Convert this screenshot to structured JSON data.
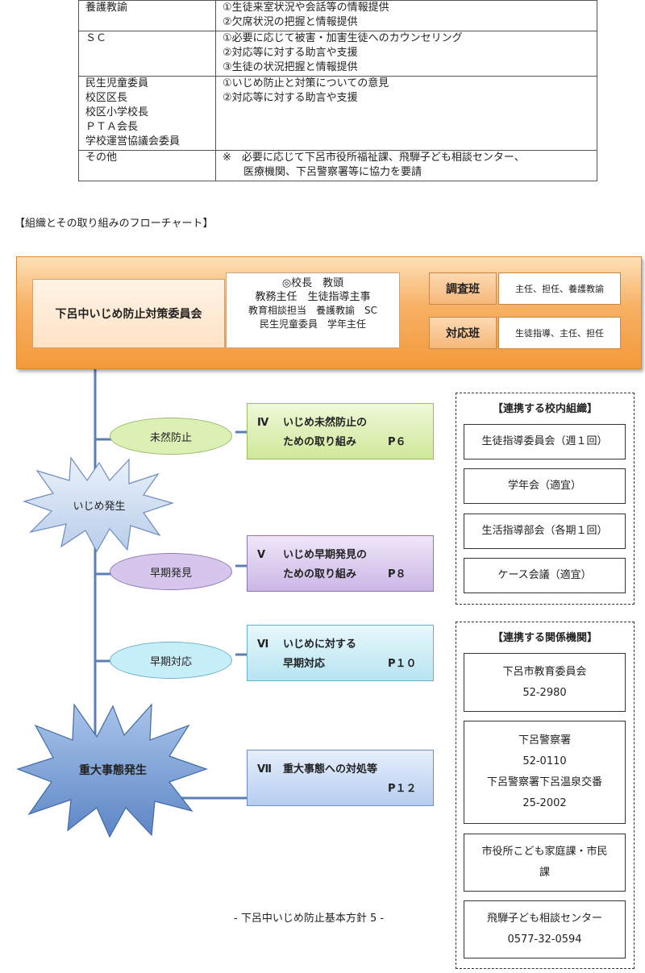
{
  "roles_table": [
    {
      "role": [
        "養護教諭"
      ],
      "duties": [
        "①生徒来室状況や会話等の情報提供",
        "②欠席状況の把握と情報提供"
      ]
    },
    {
      "role": [
        "ＳＣ"
      ],
      "duties": [
        "①必要に応じて被害・加害生徒へのカウンセリング",
        "②対応等に対する助言や支援",
        "③生徒の状況把握と情報提供"
      ]
    },
    {
      "role": [
        "民生児童委員",
        "校区区長",
        "校区小学校長",
        "ＰＴＡ会長",
        "学校運営協議会委員"
      ],
      "duties": [
        "①いじめ防止と対策についての意見",
        "②対応等に対する助言や支援"
      ]
    },
    {
      "role": [
        "その他"
      ],
      "duties": [
        "※　必要に応じて下呂市役所福祉課、飛騨子ども相談センター、",
        "　　医療機関、下呂警察署等に協力を要請"
      ]
    }
  ],
  "section_title": "【組織とその取り組みのフローチャート】",
  "committee": {
    "name": "下呂中いじめ防止対策委員会",
    "members": [
      "◎校長　教頭",
      "教務主任　生徒指導主事",
      "教育相談担当　養護教諭　SC",
      "民生児童委員　学年主任"
    ],
    "teams": [
      {
        "name": "調査班",
        "desc": "主任、担任、養護教諭"
      },
      {
        "name": "対応班",
        "desc": "生徒指導、主任、担任"
      }
    ]
  },
  "phases": [
    {
      "oval": "未然防止",
      "line1_num": "Ⅳ",
      "line1_text": "いじめ未然防止の",
      "line2_text": "ための取り組み",
      "page": "P６"
    },
    {
      "oval": "早期発見",
      "line1_num": "Ⅴ",
      "line1_text": "いじめ早期発見の",
      "line2_text": "ための取り組み",
      "page": "P８"
    },
    {
      "oval": "早期対応",
      "line1_num": "Ⅵ",
      "line1_text": "いじめに対する",
      "line2_text": "早期対応",
      "page": "P１０"
    },
    {
      "line1_num": "Ⅶ",
      "line1_text": "重大事態への対処等",
      "line2_text": "",
      "page": "P１２"
    }
  ],
  "bursts": {
    "small": "いじめ発生",
    "large": "重大事態発生"
  },
  "school_orgs": {
    "title": "【連携する校内組織】",
    "items": [
      "生徒指導委員会（週１回）",
      "学年会（適宜）",
      "生活指導部会（各期１回）",
      "ケース会議（適宜）"
    ]
  },
  "agencies": {
    "title": "【連携する関係機関】",
    "items": [
      {
        "lines": [
          "下呂市教育委員会",
          "52-2980"
        ]
      },
      {
        "lines": [
          "下呂警察署",
          "52-0110",
          "下呂警察署下呂温泉交番",
          "25-2002"
        ]
      },
      {
        "lines": [
          "市役所こども家庭課・市民",
          "課"
        ]
      },
      {
        "lines": [
          "飛騨子ども相談センター",
          "0577-32-0594"
        ]
      }
    ]
  },
  "footer": "- 下呂中いじめ防止基本方針 5 -",
  "colors": {
    "orange": "#f39a3a",
    "phase_green": "#d8ecaa",
    "phase_purple": "#d9c9ea",
    "phase_cyan": "#c6ecf5",
    "phase_blue": "#c9dcf5",
    "line_blue": "#5b7fb5"
  }
}
